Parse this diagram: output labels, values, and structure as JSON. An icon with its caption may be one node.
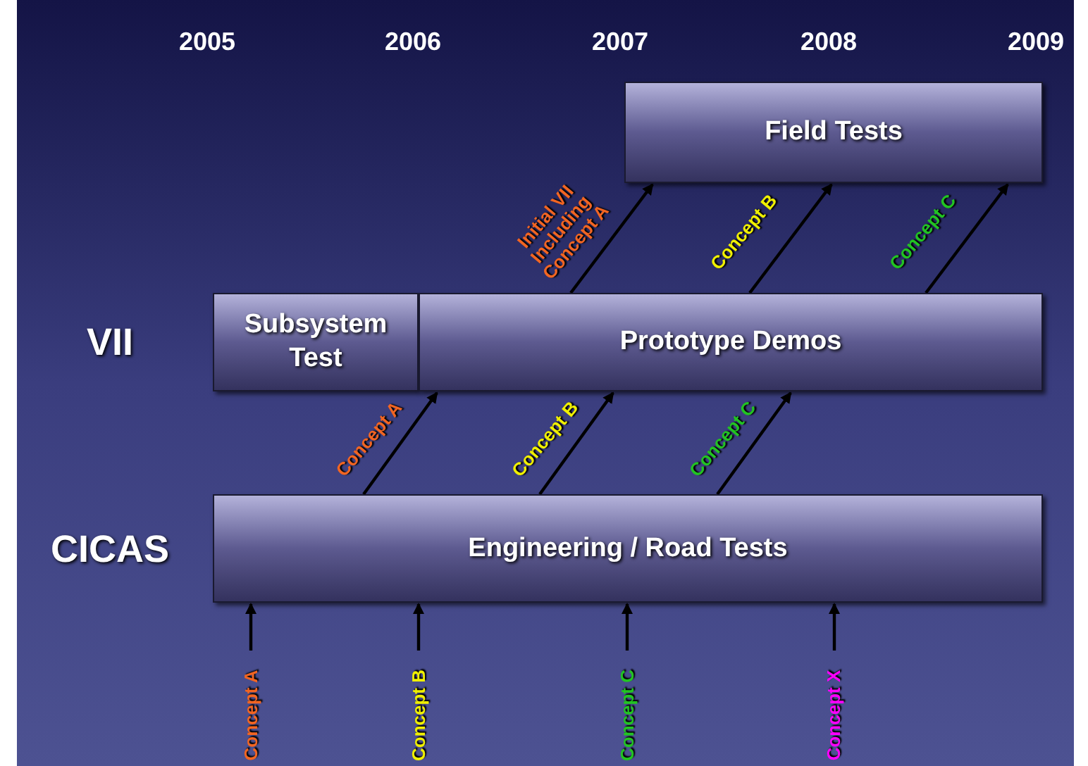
{
  "diagram": {
    "nodes": [
      {
        "text": [
          "Field Tests"
        ]
      },
      {
        "text": [
          "Subsystem Test"
        ]
      },
      {
        "text": [
          "Prototype Demos"
        ]
      },
      {
        "text": [
          "Engineering / Road Tests"
        ]
      }
    ],
    "edges": [
      {
        "from": 2,
        "to": 0,
        "arrow": "to",
        "label": "Initial VII Including Concept A"
      },
      {
        "from": 2,
        "to": 0,
        "arrow": "to",
        "label": "Concept B"
      },
      {
        "from": 2,
        "to": 0,
        "arrow": "to",
        "label": "Concept C"
      },
      {
        "from": 3,
        "to": 2,
        "arrow": "to",
        "label": "Concept A"
      },
      {
        "from": 3,
        "to": 2,
        "arrow": "to",
        "label": "Concept B"
      },
      {
        "from": 3,
        "to": 2,
        "arrow": "to",
        "label": "Concept C"
      },
      {
        "from": null,
        "to": 3,
        "arrow": "to",
        "label": "Concept A"
      },
      {
        "from": null,
        "to": 3,
        "arrow": "to",
        "label": "Concept B"
      },
      {
        "from": null,
        "to": 3,
        "arrow": "to",
        "label": "Concept C"
      },
      {
        "from": null,
        "to": 3,
        "arrow": "to",
        "label": "Concept X"
      }
    ],
    "labels": [
      "2005",
      "2006",
      "2007",
      "2008",
      "2009",
      "VII",
      "CICAS"
    ]
  }
}
